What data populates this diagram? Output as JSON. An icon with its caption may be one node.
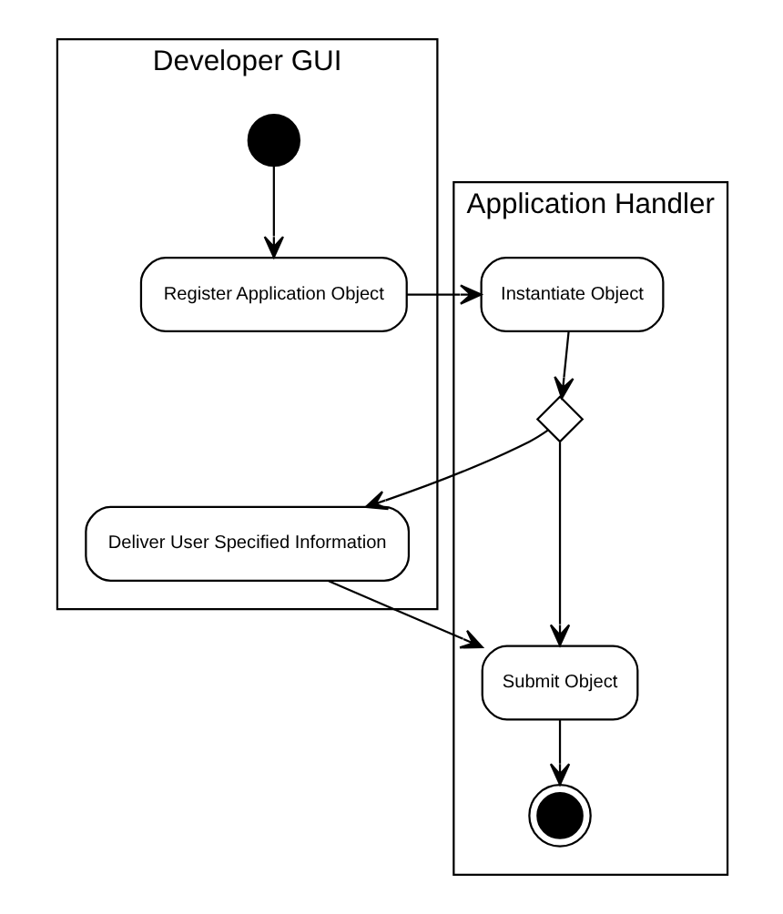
{
  "diagram": {
    "nodes": [
      {
        "text": [
          "Developer GUI"
        ]
      },
      {
        "text": [
          "Application Handler"
        ]
      },
      {
        "text": [],
        "shape": "circle",
        "in": 0
      },
      {
        "text": [
          "Register Application Object"
        ],
        "in": 0
      },
      {
        "text": [
          "Instantiate Object"
        ],
        "in": 1
      },
      {
        "text": [],
        "shape": "diamond",
        "in": 1
      },
      {
        "text": [
          "Deliver User Specified Information"
        ],
        "in": 0
      },
      {
        "text": [
          "Submit Object"
        ],
        "in": 1
      },
      {
        "text": [],
        "shape": "circle",
        "in": 1
      }
    ],
    "edges": [
      {
        "from": 2,
        "to": 3,
        "arrow": "to"
      },
      {
        "from": 3,
        "to": 4,
        "arrow": "to"
      },
      {
        "from": 4,
        "to": 5,
        "arrow": "to"
      },
      {
        "from": 5,
        "to": 6,
        "arrow": "to"
      },
      {
        "from": 5,
        "to": 7,
        "arrow": "to"
      },
      {
        "from": 6,
        "to": 7,
        "arrow": "to"
      },
      {
        "from": 7,
        "to": 8,
        "arrow": "to"
      }
    ]
  }
}
